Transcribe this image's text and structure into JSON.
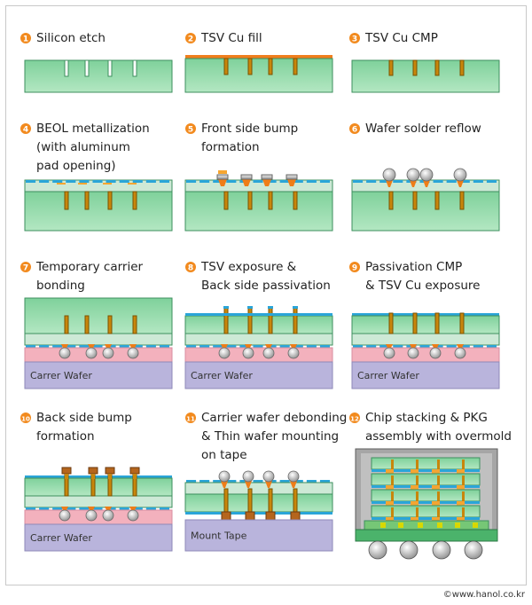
{
  "steps": [
    {
      "num": "1",
      "lines": [
        "Silicon etch"
      ]
    },
    {
      "num": "2",
      "lines": [
        "TSV Cu fill"
      ]
    },
    {
      "num": "3",
      "lines": [
        "TSV Cu CMP"
      ]
    },
    {
      "num": "4",
      "lines": [
        "BEOL metallization",
        "(with aluminum",
        "pad opening)"
      ]
    },
    {
      "num": "5",
      "lines": [
        "Front side bump",
        "formation"
      ]
    },
    {
      "num": "6",
      "lines": [
        "Wafer solder reflow"
      ]
    },
    {
      "num": "7",
      "lines": [
        "Temporary carrier",
        "bonding"
      ]
    },
    {
      "num": "8",
      "lines": [
        "TSV exposure &",
        "Back side passivation"
      ]
    },
    {
      "num": "9",
      "lines": [
        "Passivation CMP",
        "& TSV Cu exposure"
      ]
    },
    {
      "num": "10",
      "lines": [
        "Back side bump",
        "formation"
      ]
    },
    {
      "num": "11",
      "lines": [
        "Carrier wafer debonding",
        "& Thin wafer mounting",
        "on tape"
      ]
    },
    {
      "num": "12",
      "lines": [
        "Chip stacking & PKG",
        "assembly with overmold"
      ]
    }
  ],
  "substrate_labels": {
    "carrier": "Carrer Wafer",
    "tape": "Mount Tape"
  },
  "copyright": "©www.hanol.co.kr",
  "colors": {
    "silicon": "#9bdcad",
    "silicon_edge": "#3d8f5e",
    "copper": "#c8860c",
    "badge": "#f28a1e",
    "passivation": "#2aa5d8",
    "carrier": "#b9b4dc",
    "bond_layer": "#f3b1bd"
  }
}
